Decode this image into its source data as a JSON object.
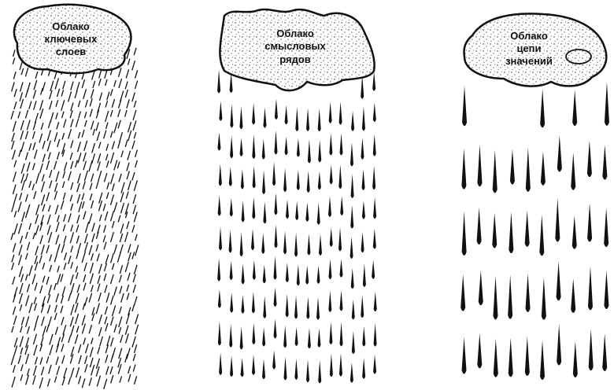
{
  "clouds": [
    {
      "line1": "Облако",
      "line2": "ключевых",
      "line3": "слоев"
    },
    {
      "line1": "Облако",
      "line2": "смысловых",
      "line3": "рядов"
    },
    {
      "line1": "Облако",
      "line2": "цепи",
      "line3": "значений"
    }
  ],
  "colors": {
    "ink": "#111111",
    "background": "#ffffff"
  }
}
